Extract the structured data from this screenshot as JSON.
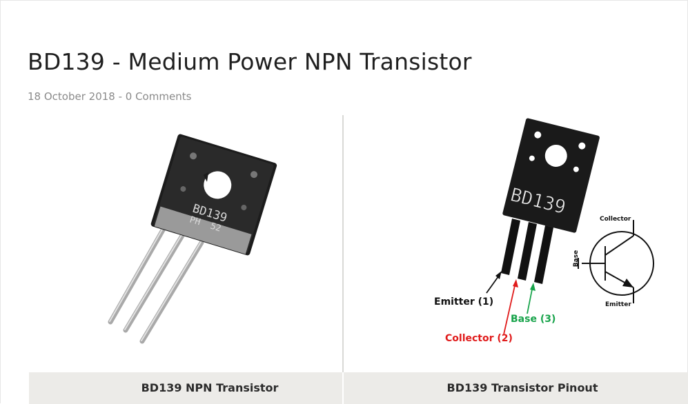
{
  "post": {
    "title": "BD139 - Medium Power NPN Transistor",
    "meta": "18 October 2018 - 0 Comments"
  },
  "gallery": [
    {
      "caption": "BD139 NPN Transistor"
    },
    {
      "caption": "BD139 Transistor Pinout"
    }
  ],
  "transistor_left": {
    "marking_line1": "BD139",
    "marking_line2": "PH  52"
  },
  "transistor_right": {
    "marking": "BD139"
  },
  "pinout": {
    "emitter": "Emitter (1)",
    "collector": "Collector (2)",
    "base": "Base (3)"
  },
  "symbol": {
    "collector": "Collector",
    "base": "Base",
    "emitter": "Emitter"
  },
  "colors": {
    "emitter": "#111111",
    "collector": "#e01b1b",
    "base": "#17a34a",
    "caption_bg": "#ecebe8"
  }
}
